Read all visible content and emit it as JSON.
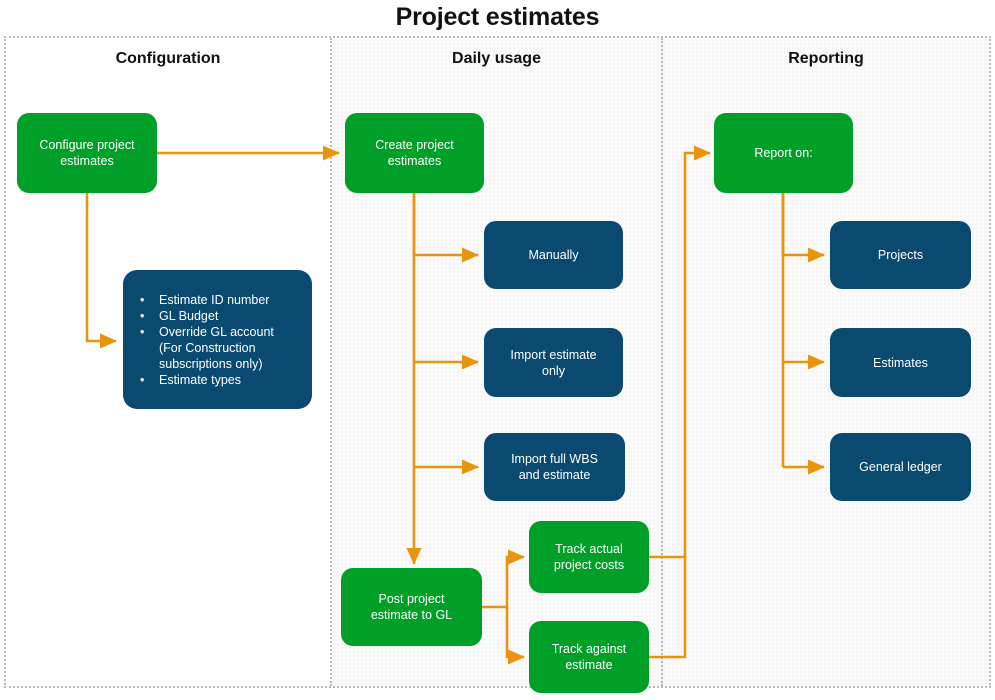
{
  "title": "Project estimates",
  "colors": {
    "green": "#00A028",
    "blue": "#0A4A70",
    "arrow": "#E8940C",
    "lane_border": "#b9b9b9",
    "title_text": "#111111"
  },
  "lanes": [
    {
      "id": "configuration",
      "label": "Configuration"
    },
    {
      "id": "daily-usage",
      "label": "Daily usage"
    },
    {
      "id": "reporting",
      "label": "Reporting"
    }
  ],
  "nodes": {
    "configure_project_estimates": "Configure project\nestimates",
    "config_details_items": [
      {
        "text": "Estimate ID number",
        "bulleted": true
      },
      {
        "text": "GL Budget",
        "bulleted": true
      },
      {
        "text": "Override GL account",
        "bulleted": true
      },
      {
        "text": "(For Construction",
        "bulleted": false
      },
      {
        "text": "subscriptions only)",
        "bulleted": false
      },
      {
        "text": "Estimate types",
        "bulleted": true
      }
    ],
    "create_project_estimates": "Create project\nestimates",
    "manually": "Manually",
    "import_estimate_only": "Import estimate\nonly",
    "import_full_wbs": "Import full WBS\nand estimate",
    "post_project_estimate_to_gl": "Post project\nestimate to GL",
    "track_actual_project_costs": "Track actual\nproject costs",
    "track_against_estimate": "Track against\nestimate",
    "report_on": "Report on:",
    "projects": "Projects",
    "estimates": "Estimates",
    "general_ledger": "General ledger"
  }
}
